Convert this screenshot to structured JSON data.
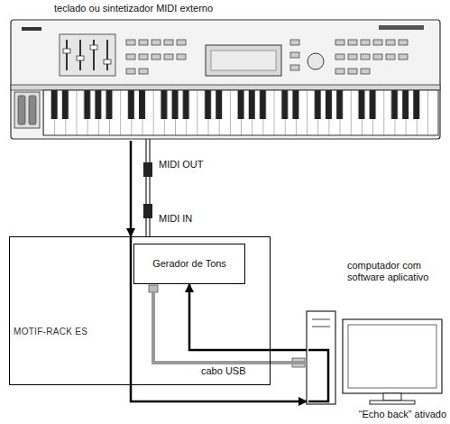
{
  "diagram": {
    "nodes": [
      {
        "text": [
          "teclado ou sintetizador MIDI externo"
        ]
      },
      {
        "text": [
          "MOTIF-RACK ES"
        ]
      },
      {
        "text": [
          "Gerador de Tons"
        ],
        "in": 1
      },
      {
        "text": [
          "computador com software aplicativo"
        ]
      }
    ],
    "edges": [
      {
        "from": 0,
        "to": 1,
        "arrow": "to"
      },
      {
        "from": 1,
        "to": 3,
        "arrow": "to"
      },
      {
        "from": 3,
        "to": 2,
        "arrow": "to"
      },
      {
        "from": 1,
        "to": 3,
        "label": "cabo USB",
        "arrow": "none"
      }
    ],
    "labels": [
      "MIDI OUT",
      "MIDI IN",
      "“Echo back” ativado"
    ]
  }
}
